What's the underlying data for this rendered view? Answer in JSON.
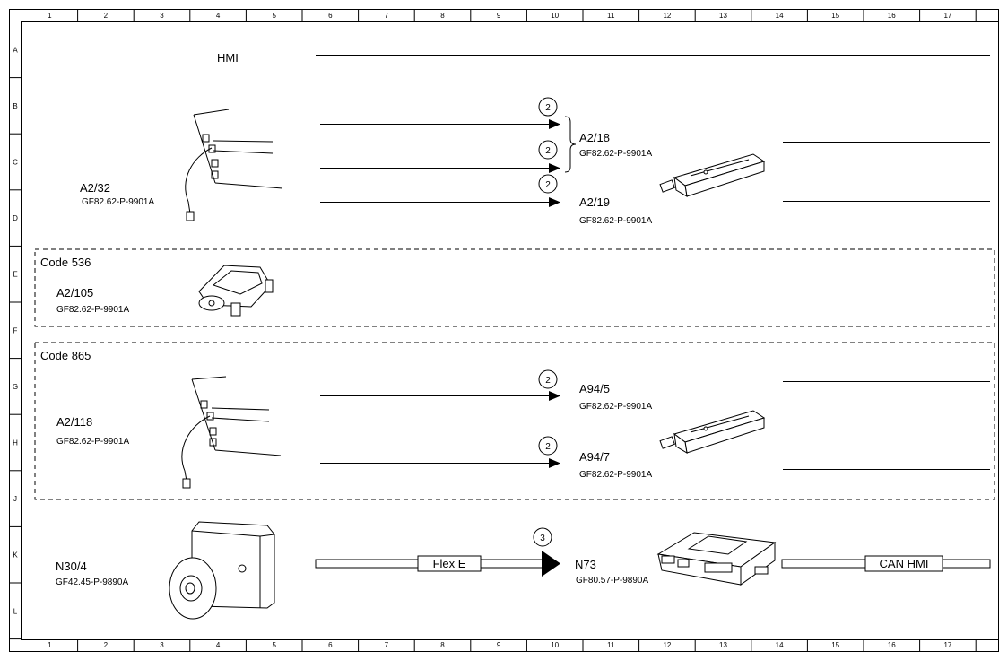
{
  "grid": {
    "columns": [
      "1",
      "2",
      "3",
      "4",
      "5",
      "6",
      "7",
      "8",
      "9",
      "10",
      "11",
      "12",
      "13",
      "14",
      "15",
      "16",
      "17"
    ],
    "rows": [
      "A",
      "B",
      "C",
      "D",
      "E",
      "F",
      "G",
      "H",
      "J",
      "K",
      "L"
    ]
  },
  "header": {
    "hmi_label": "HMI"
  },
  "groups": {
    "code536": {
      "label": "Code 536"
    },
    "code865": {
      "label": "Code 865"
    }
  },
  "components": {
    "a2_32": {
      "id": "A2/32",
      "ref": "GF82.62-P-9901A"
    },
    "a2_18": {
      "id": "A2/18",
      "ref": "GF82.62-P-9901A"
    },
    "a2_19": {
      "id": "A2/19",
      "ref": "GF82.62-P-9901A"
    },
    "a2_105": {
      "id": "A2/105",
      "ref": "GF82.62-P-9901A"
    },
    "a2_118": {
      "id": "A2/118",
      "ref": "GF82.62-P-9901A"
    },
    "a94_5": {
      "id": "A94/5",
      "ref": "GF82.62-P-9901A"
    },
    "a94_7": {
      "id": "A94/7",
      "ref": "GF82.62-P-9901A"
    },
    "n30_4": {
      "id": "N30/4",
      "ref": "GF42.45-P-9890A"
    },
    "n73": {
      "id": "N73",
      "ref": "GF80.57-P-9890A"
    }
  },
  "signal_markers": {
    "m1": "2",
    "m2": "2",
    "m3": "2",
    "m4": "2",
    "m5": "2",
    "m6": "3"
  },
  "buses": {
    "flex_e": "Flex E",
    "can_hmi": "CAN HMI"
  }
}
